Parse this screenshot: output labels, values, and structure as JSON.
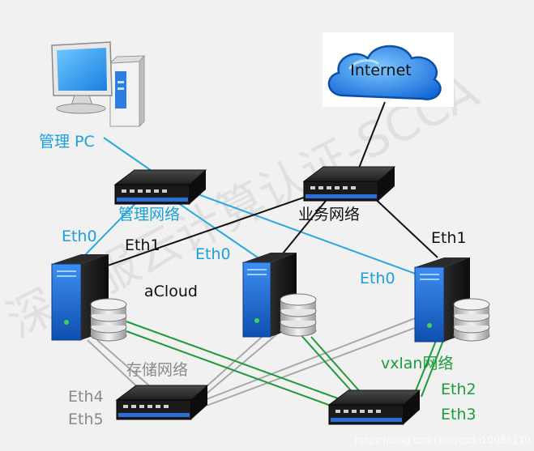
{
  "labels": {
    "internet": "Internet",
    "mgmt_pc": "管理 PC",
    "mgmt_net": "管理网络",
    "biz_net": "业务网络",
    "eth0_left": "Eth0",
    "eth1_left": "Eth1",
    "eth0_mid": "Eth0",
    "eth1_right": "Eth1",
    "eth0_right": "Eth0",
    "acloud": "aCloud",
    "storage_net": "存储网络",
    "eth4": "Eth4",
    "eth5": "Eth5",
    "vxlan_net": "vxlan网络",
    "eth2": "Eth2",
    "eth3": "Eth3"
  },
  "watermarks": {
    "diagonal": "深信服云计算认证-SCCA",
    "footer": "https://blog.csdn.net/csdn10086110"
  },
  "colors": {
    "mgmt_line": "#2aa8e0",
    "mgmt_text": "#1aa0dc",
    "biz_line": "#111111",
    "storage_line": "#a8a8a8",
    "vxlan_line": "#1e9a3c",
    "vxlan_text": "#1a9e3a",
    "gray_text": "#8a8a8a",
    "server_blue": "#1f6fd6"
  }
}
